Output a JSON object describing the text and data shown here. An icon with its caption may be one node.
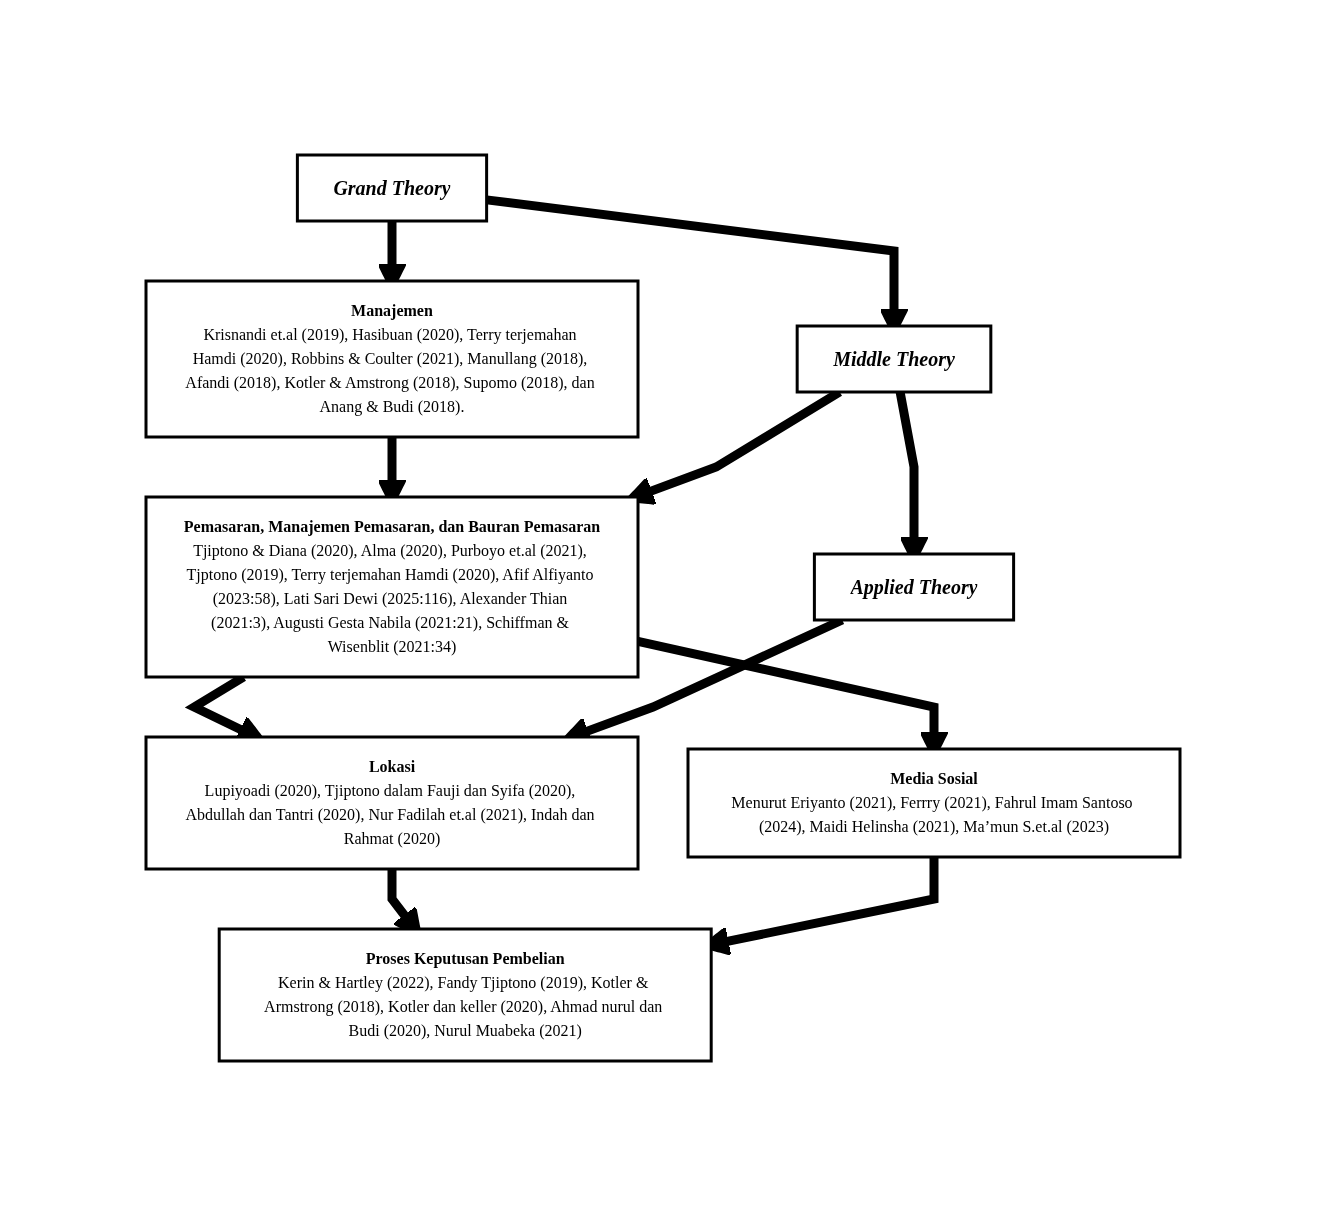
{
  "diagram": {
    "nodes": [
      {
        "text": [
          "Grand Theory"
        ]
      },
      {
        "text": [
          "Manajemen",
          "Krisnandi et.al (2019), Hasibuan (2020), Terry terjemahan Hamdi (2020), Robbins & Coulter (2021), Manullang (2018), Afandi (2018), Kotler & Amstrong (2018), Supomo (2018), dan Anang & Budi (2018)."
        ]
      },
      {
        "text": [
          "Middle Theory"
        ]
      },
      {
        "text": [
          "Pemasaran, Manajemen Pemasaran, dan Bauran Pemasaran",
          "Tjiptono & Diana (2020), Alma (2020), Purboyo et.al (2021), Tjptono (2019), Terry terjemahan Hamdi (2020), Afif Alfiyanto (2023:58), Lati Sari Dewi (2025:116), Alexander Thian (2021:3), Augusti Gesta Nabila (2021:21), Schiffman & Wisenblit (2021:34)"
        ]
      },
      {
        "text": [
          "Applied Theory"
        ]
      },
      {
        "text": [
          "Lokasi",
          "Lupiyoadi (2020), Tjiptono dalam Fauji dan Syifa (2020), Abdullah dan Tantri (2020), Nur Fadilah et.al (2021), Indah dan Rahmat (2020)"
        ]
      },
      {
        "text": [
          "Media Sosial",
          "Menurut Eriyanto (2021), Ferrry (2021), Fahrul Imam Santoso (2024), Maidi Helinsha (2021), Ma’mun S.et.al (2023)"
        ]
      },
      {
        "text": [
          "Proses Keputusan Pembelian",
          "Kerin & Hartley (2022), Fandy Tjiptono (2019), Kotler & Armstrong (2018), Kotler dan keller (2020), Ahmad nurul dan Budi (2020), Nurul Muabeka (2021)"
        ]
      }
    ],
    "edges": [
      {
        "from": 0,
        "to": 1,
        "arrow": "to"
      },
      {
        "from": 0,
        "to": 2,
        "arrow": "to"
      },
      {
        "from": 1,
        "to": 3,
        "arrow": "to"
      },
      {
        "from": 2,
        "to": 3,
        "arrow": "to"
      },
      {
        "from": 2,
        "to": 4,
        "arrow": "to"
      },
      {
        "from": 3,
        "to": 5,
        "arrow": "to"
      },
      {
        "from": 3,
        "to": 6,
        "arrow": "to"
      },
      {
        "from": 4,
        "to": 5,
        "arrow": "to"
      },
      {
        "from": 5,
        "to": 7,
        "arrow": "to"
      },
      {
        "from": 6,
        "to": 7,
        "arrow": "to"
      }
    ]
  }
}
